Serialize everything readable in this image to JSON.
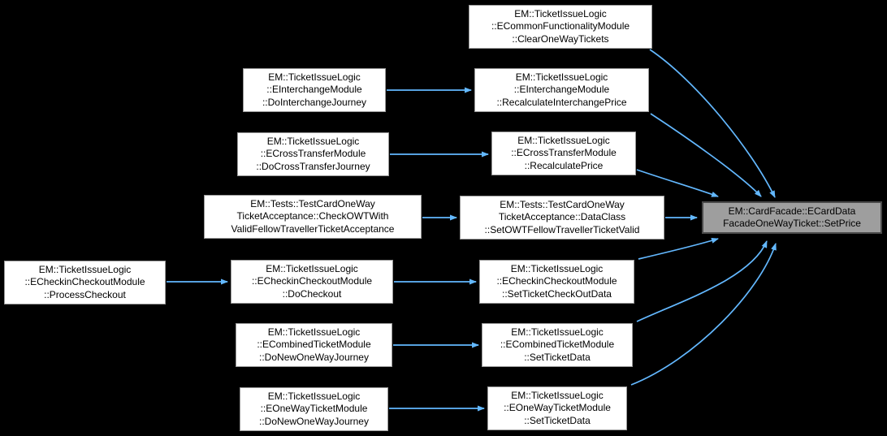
{
  "diagram": {
    "kind": "doxygen-call-graph",
    "background_color": "#000000",
    "arrow_color": "#63B8FF",
    "node_fill": "#FFFFFF",
    "node_border": "#9A9A9A",
    "highlight_fill": "#9E9E9E",
    "highlight_border": "#4A4A4A",
    "text_color": "#000000"
  },
  "nodes": [
    {
      "id": "clear-one-way-tickets",
      "label": "EM::TicketIssueLogic\n::ECommonFunctionalityModule\n::ClearOneWayTickets",
      "highlighted": false
    },
    {
      "id": "do-interchange-journey",
      "label": "EM::TicketIssueLogic\n::EInterchangeModule\n::DoInterchangeJourney",
      "highlighted": false
    },
    {
      "id": "recalculate-interchange-price",
      "label": "EM::TicketIssueLogic\n::EInterchangeModule\n::RecalculateInterchangePrice",
      "highlighted": false
    },
    {
      "id": "do-cross-transfer-journey",
      "label": "EM::TicketIssueLogic\n::ECrossTransferModule\n::DoCrossTransferJourney",
      "highlighted": false
    },
    {
      "id": "recalculate-price",
      "label": "EM::TicketIssueLogic\n::ECrossTransferModule\n::RecalculatePrice",
      "highlighted": false
    },
    {
      "id": "check-owt-with-valid-fellow-traveller-ticket-acceptance",
      "label": "EM::Tests::TestCardOneWay\nTicketAcceptance::CheckOWTWith\nValidFellowTravellerTicketAcceptance",
      "highlighted": false
    },
    {
      "id": "set-owt-fellow-traveller-ticket-valid",
      "label": "EM::Tests::TestCardOneWay\nTicketAcceptance::DataClass\n::SetOWTFellowTravellerTicketValid",
      "highlighted": false
    },
    {
      "id": "process-checkout",
      "label": "EM::TicketIssueLogic\n::ECheckinCheckoutModule\n::ProcessCheckout",
      "highlighted": false
    },
    {
      "id": "do-checkout",
      "label": "EM::TicketIssueLogic\n::ECheckinCheckoutModule\n::DoCheckout",
      "highlighted": false
    },
    {
      "id": "set-ticket-checkout-data",
      "label": "EM::TicketIssueLogic\n::ECheckinCheckoutModule\n::SetTicketCheckOutData",
      "highlighted": false
    },
    {
      "id": "combined-do-new-one-way-journey",
      "label": "EM::TicketIssueLogic\n::ECombinedTicketModule\n::DoNewOneWayJourney",
      "highlighted": false
    },
    {
      "id": "combined-set-ticket-data",
      "label": "EM::TicketIssueLogic\n::ECombinedTicketModule\n::SetTicketData",
      "highlighted": false
    },
    {
      "id": "one-way-do-new-one-way-journey",
      "label": "EM::TicketIssueLogic\n::EOneWayTicketModule\n::DoNewOneWayJourney",
      "highlighted": false
    },
    {
      "id": "one-way-set-ticket-data",
      "label": "EM::TicketIssueLogic\n::EOneWayTicketModule\n::SetTicketData",
      "highlighted": false
    },
    {
      "id": "set-price",
      "label": "EM::CardFacade::ECardData\nFacadeOneWayTicket::SetPrice",
      "highlighted": true
    }
  ],
  "edges": [
    {
      "from": "do-interchange-journey",
      "to": "recalculate-interchange-price"
    },
    {
      "from": "do-cross-transfer-journey",
      "to": "recalculate-price"
    },
    {
      "from": "check-owt-with-valid-fellow-traveller-ticket-acceptance",
      "to": "set-owt-fellow-traveller-ticket-valid"
    },
    {
      "from": "process-checkout",
      "to": "do-checkout"
    },
    {
      "from": "do-checkout",
      "to": "set-ticket-checkout-data"
    },
    {
      "from": "combined-do-new-one-way-journey",
      "to": "combined-set-ticket-data"
    },
    {
      "from": "one-way-do-new-one-way-journey",
      "to": "one-way-set-ticket-data"
    },
    {
      "from": "clear-one-way-tickets",
      "to": "set-price"
    },
    {
      "from": "recalculate-interchange-price",
      "to": "set-price"
    },
    {
      "from": "recalculate-price",
      "to": "set-price"
    },
    {
      "from": "set-owt-fellow-traveller-ticket-valid",
      "to": "set-price"
    },
    {
      "from": "set-ticket-checkout-data",
      "to": "set-price"
    },
    {
      "from": "combined-set-ticket-data",
      "to": "set-price"
    },
    {
      "from": "one-way-set-ticket-data",
      "to": "set-price"
    }
  ]
}
